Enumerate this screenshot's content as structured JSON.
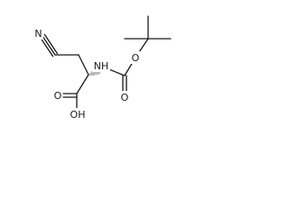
{
  "structure": {
    "atoms": {
      "nitrile_n": "N",
      "ester_o": "O",
      "carbamate_o": "O",
      "amine_nh": "NH",
      "acid_o": "O",
      "acid_oh": "OH"
    }
  }
}
